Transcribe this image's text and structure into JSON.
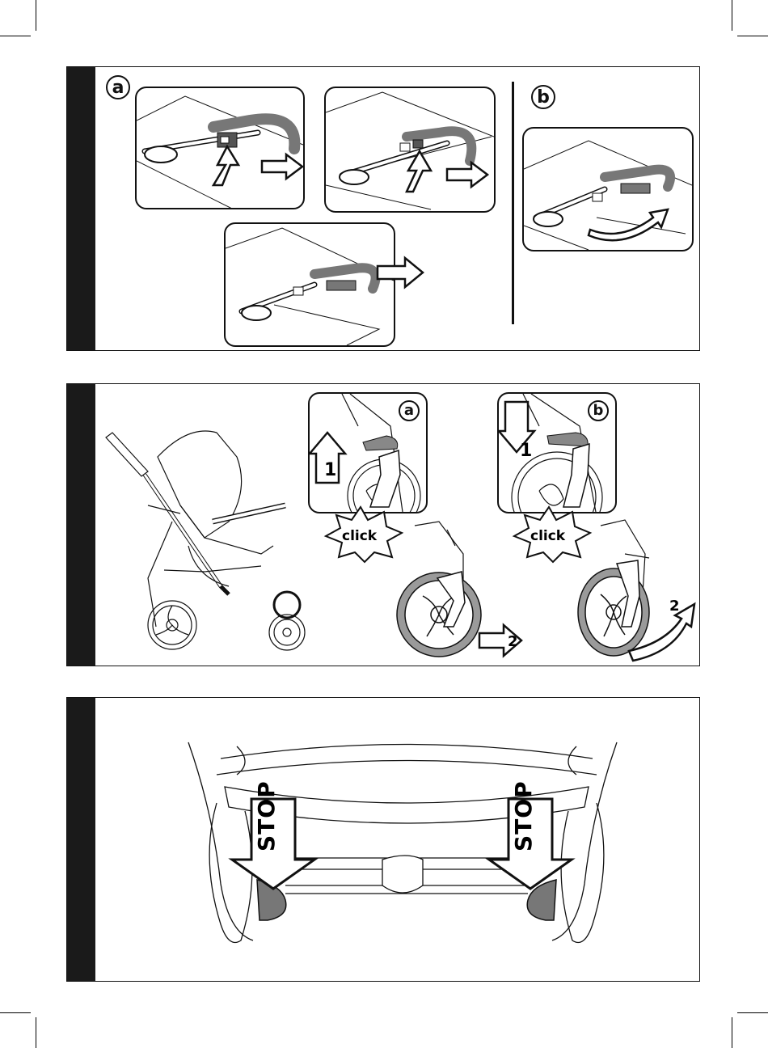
{
  "panel1": {
    "label_a": "a",
    "label_b": "b"
  },
  "panel2": {
    "label_a": "a",
    "label_b": "b",
    "step1_a": "1",
    "step1_b": "1",
    "step2_a": "2",
    "step2_b": "2",
    "click_a": "click",
    "click_b": "click"
  },
  "panel3": {
    "stop_left": "STOP",
    "stop_right": "STOP"
  },
  "colors": {
    "ink": "#111111",
    "gray": "#8a8a8a",
    "light_gray": "#bdbdbd",
    "bar": "#1a1a1a"
  }
}
